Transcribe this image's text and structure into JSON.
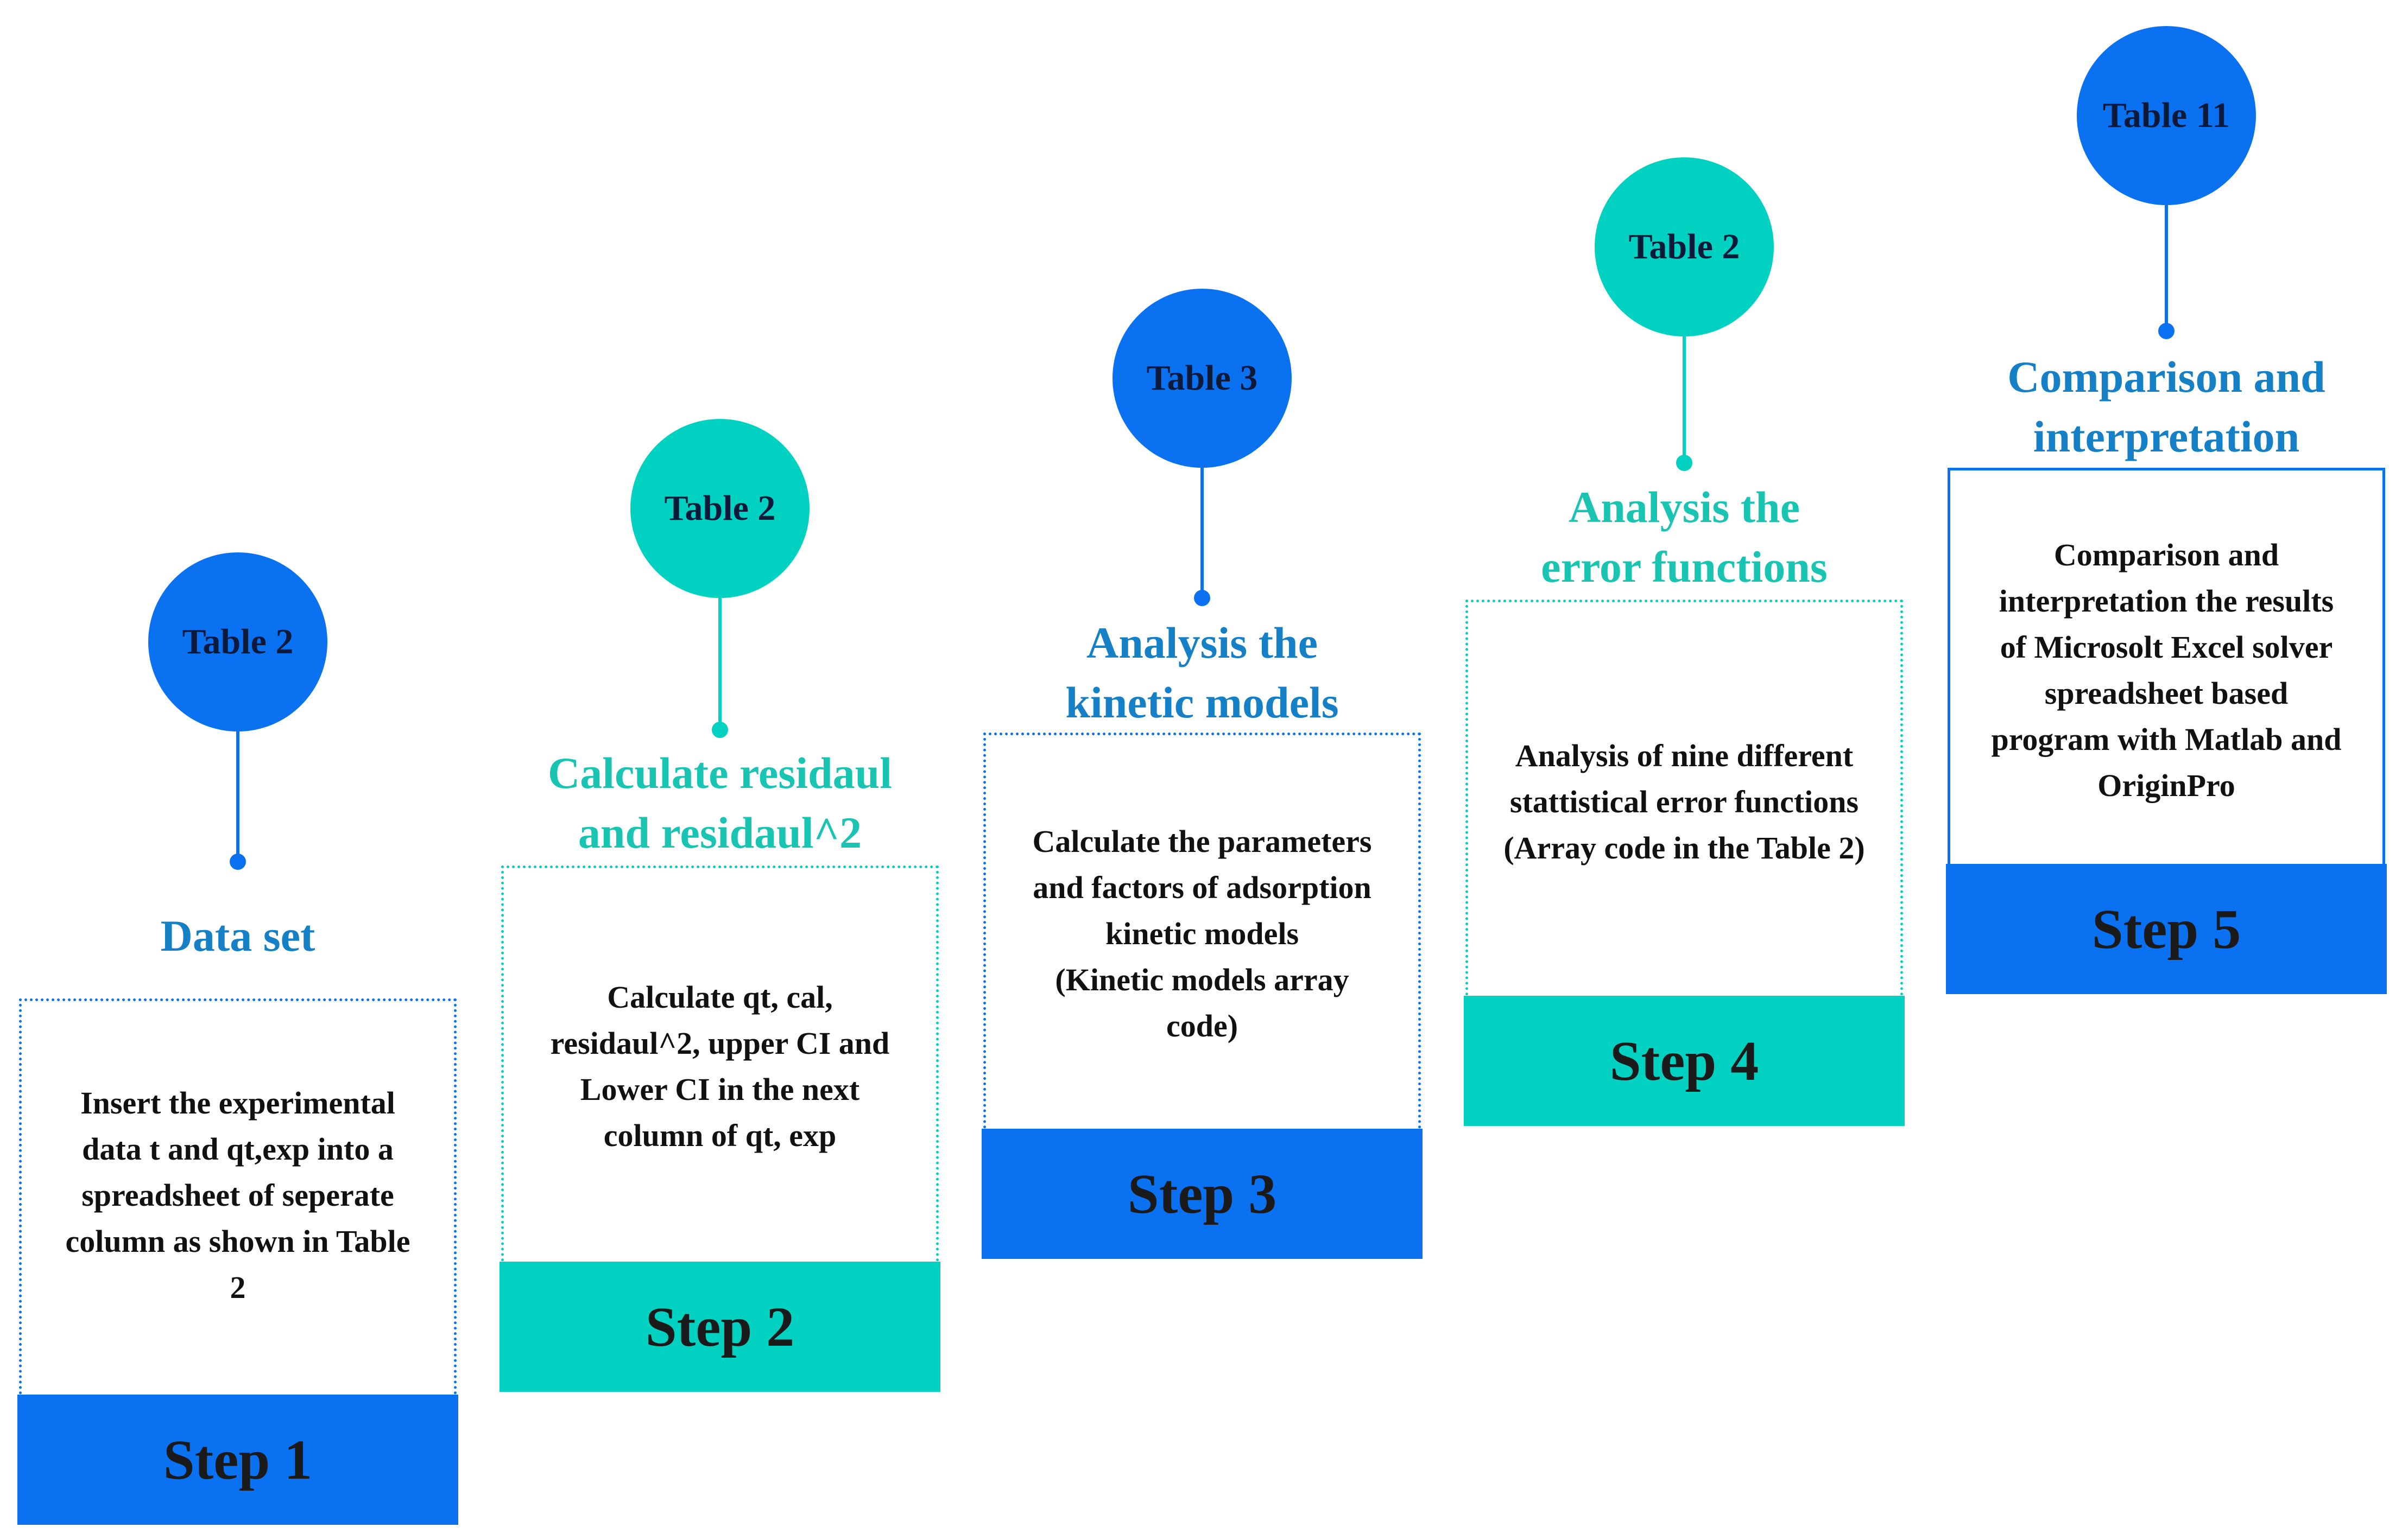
{
  "colors": {
    "blue": "#0a72f0",
    "teal": "#00d1c1",
    "blue_text": "#1580c6",
    "teal_text": "#19c4b3"
  },
  "steps": [
    {
      "theme": "blue",
      "table_label": "Table 2",
      "heading_lines": [
        "Data set"
      ],
      "card_lines": [
        "Insert the experimental",
        "data t and qt,exp into a",
        "spreadsheet of seperate",
        "column as shown in Table",
        "2"
      ],
      "step_label": "Step 1"
    },
    {
      "theme": "teal",
      "table_label": "Table 2",
      "heading_lines": [
        "Calculate residaul",
        "and residaul^2"
      ],
      "card_lines": [
        "Calculate qt, cal,",
        "residaul^2, upper CI  and",
        "Lower CI in the next",
        "column of qt, exp"
      ],
      "step_label": "Step 2"
    },
    {
      "theme": "blue",
      "table_label": "Table 3",
      "heading_lines": [
        "Analysis the",
        "kinetic models"
      ],
      "card_lines": [
        "Calculate the parameters",
        "and factors of adsorption",
        "kinetic models",
        "(Kinetic models array",
        "code)"
      ],
      "step_label": "Step 3"
    },
    {
      "theme": "teal",
      "table_label": "Table 2",
      "heading_lines": [
        "Analysis the",
        "error functions"
      ],
      "card_lines": [
        "Analysis of nine different",
        "stattistical error functions",
        "(Array code in the Table 2)"
      ],
      "step_label": "Step 4"
    },
    {
      "theme": "blue",
      "table_label": "Table 11",
      "heading_lines": [
        "Comparison and",
        "interpretation"
      ],
      "card_lines": [
        "Comparison and",
        "interpretation the results",
        "of Microsolt Excel solver",
        "spreadsheet based",
        "program with Matlab and",
        "OriginPro"
      ],
      "step_label": "Step 5"
    }
  ]
}
